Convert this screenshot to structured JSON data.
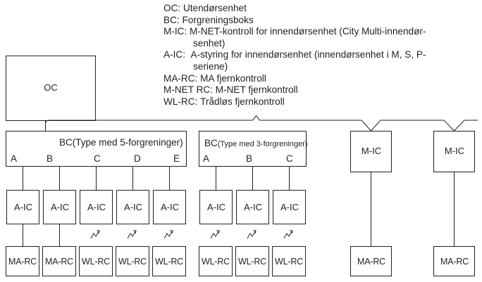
{
  "legend": [
    {
      "key": "OC",
      "text": "Utendørsenhet"
    },
    {
      "key": "BC",
      "text": "Forgreningsboks"
    },
    {
      "key": "M-IC",
      "text": "M-NET-kontroll for innendørsenhet (City Multi-innendør-",
      "cont": "senhet)"
    },
    {
      "key": "A-IC",
      "text": "A-styring for innendørsenhet (innendørsenhet i M, S, P-",
      "cont": "seriene)"
    },
    {
      "key": "MA-RC",
      "text": "MA fjernkontroll"
    },
    {
      "key": "M-NET RC",
      "text": "M-NET fjernkontroll"
    },
    {
      "key": "WL-RC",
      "text": "Trådløs fjernkontroll"
    }
  ],
  "oc": "OC",
  "bc5": {
    "prefix": "BC",
    "type": "(Type med 5-forgreninger)",
    "ports": [
      "A",
      "B",
      "C",
      "D",
      "E"
    ]
  },
  "bc3": {
    "prefix": "BC",
    "type": "(Type med 3-forgreninger)",
    "ports": [
      "A",
      "B",
      "C"
    ]
  },
  "indoor": {
    "aic": "A-IC",
    "mic": "M-IC",
    "marc": "MA-RC",
    "wlrc": "WL-RC"
  },
  "colors": {
    "line": "#231f20",
    "background": "#ffffff"
  }
}
